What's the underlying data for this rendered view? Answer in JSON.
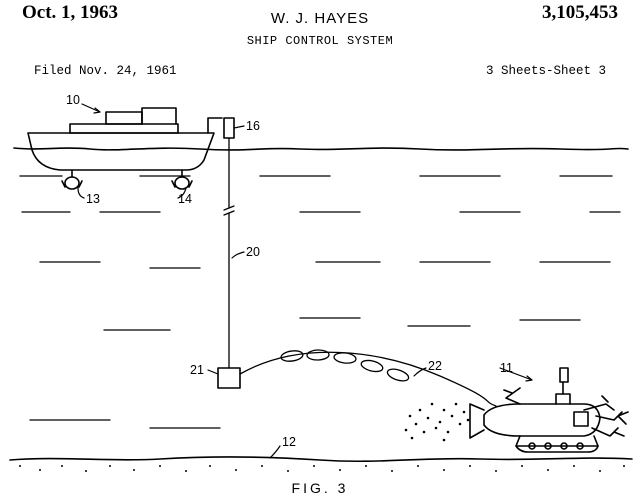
{
  "header": {
    "date": "Oct. 1, 1963",
    "inventor": "W. J. HAYES",
    "title": "SHIP CONTROL SYSTEM",
    "patent_number": "3,105,453",
    "filed": "Filed Nov. 24, 1961",
    "sheets": "3 Sheets-Sheet 3"
  },
  "figure": {
    "label": "FIG. 3",
    "refs": {
      "ship": "10",
      "vehicle": "11",
      "seabed": "12",
      "propeller_left": "13",
      "propeller_right": "14",
      "buoy": "16",
      "cable": "20",
      "junction_box": "21",
      "float_line": "22"
    }
  }
}
